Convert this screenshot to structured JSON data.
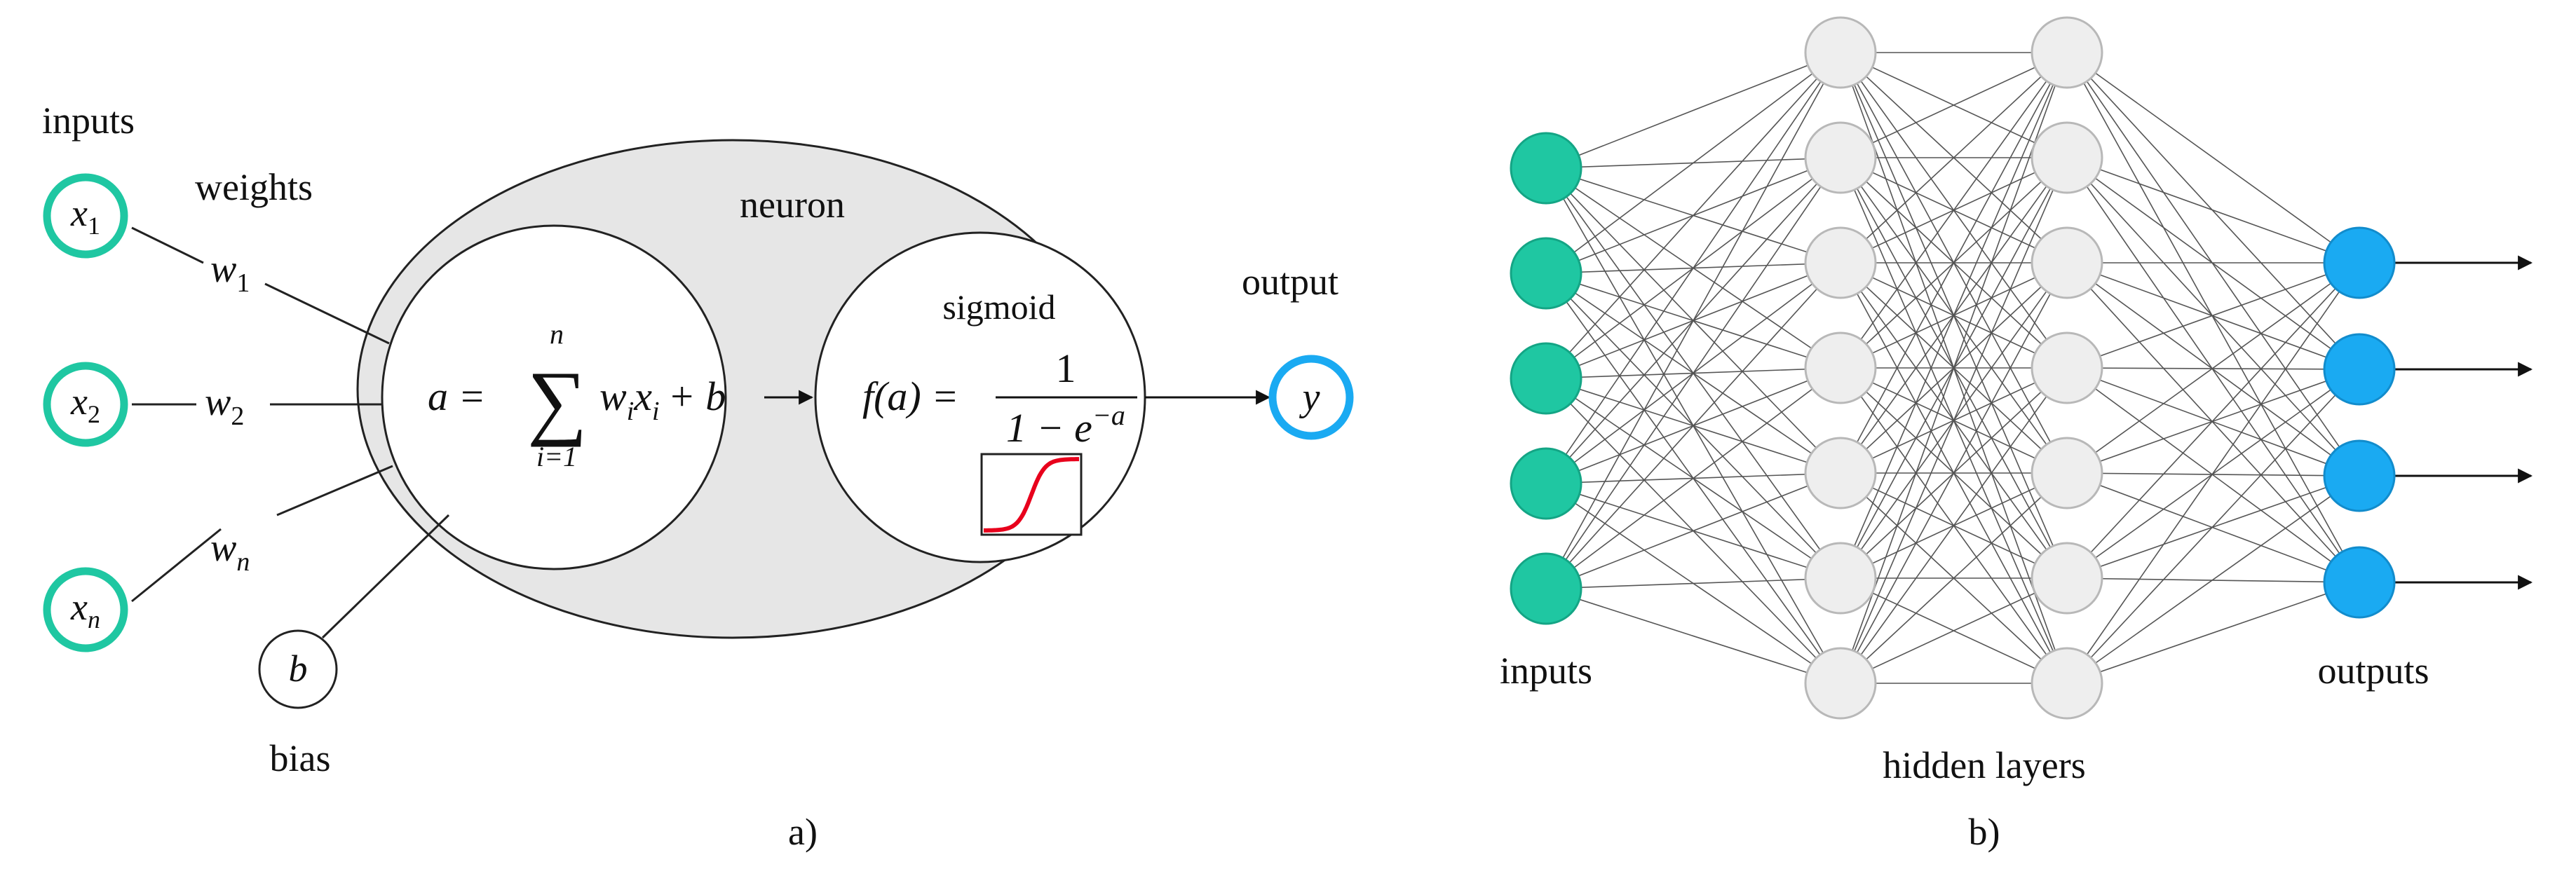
{
  "colors": {
    "input_node": "#1fc7a2",
    "output_node": "#1aaaf2",
    "hidden_node": "#eeeeee",
    "hidden_stroke": "#b8b8b8",
    "neuron_fill": "#e6e6e6",
    "sigmoid_curve": "#e8001c",
    "line": "#222222"
  },
  "panel_a": {
    "caption": "a)",
    "inputs_label": "inputs",
    "weights_label": "weights",
    "neuron_label": "neuron",
    "output_label": "output",
    "bias_label": "bias",
    "inputs": [
      {
        "var": "x",
        "sub": "1"
      },
      {
        "var": "x",
        "sub": "2"
      },
      {
        "var": "x",
        "sub": "n"
      }
    ],
    "weights": [
      {
        "var": "w",
        "sub": "1"
      },
      {
        "var": "w",
        "sub": "2"
      },
      {
        "var": "w",
        "sub": "n"
      }
    ],
    "bias_symbol": "b",
    "output_symbol": "y",
    "summation": {
      "lhs": "a =",
      "sum_symbol": "∑",
      "upper": "n",
      "lower": "i=1",
      "term_w": "w",
      "term_w_sub": "i",
      "term_x": "x",
      "term_x_sub": "i",
      "tail": "+ b"
    },
    "activation": {
      "title": "sigmoid",
      "lhs": "f(a) =",
      "numerator": "1",
      "denominator_pre": "1 − e",
      "denominator_exp": "−a"
    }
  },
  "panel_b": {
    "caption": "b)",
    "inputs_label": "inputs",
    "hidden_label": "hidden layers",
    "outputs_label": "outputs",
    "layers": [
      5,
      7,
      7,
      4
    ]
  }
}
